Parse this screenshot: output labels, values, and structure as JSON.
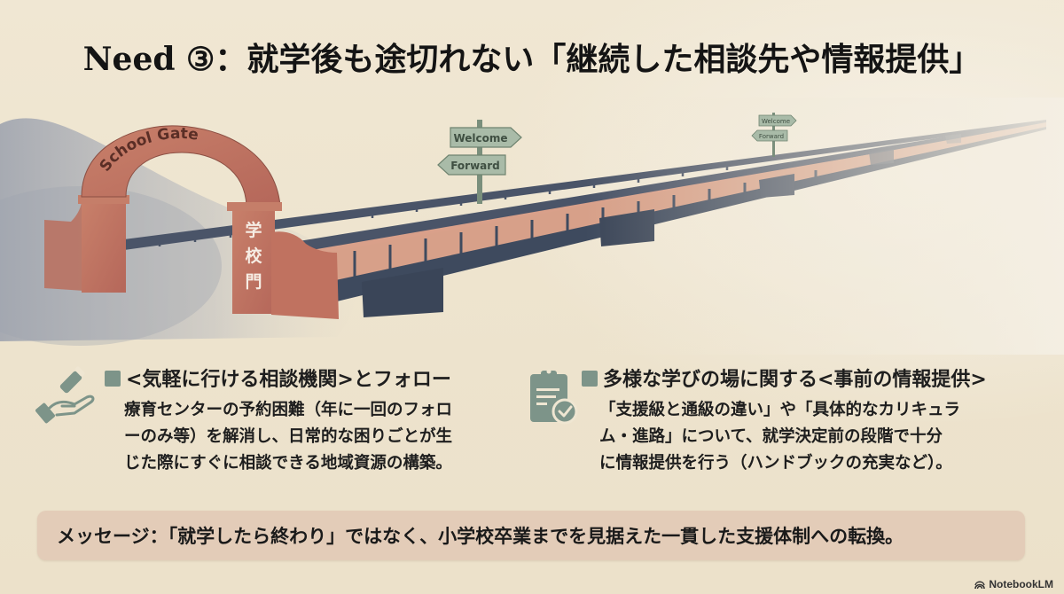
{
  "slide": {
    "title": "Need ③：就学後も途切れない「継続した相談先や情報提供」",
    "illustration": {
      "gate_arch_text": "School Gate",
      "gate_pillar_text": [
        "学",
        "校",
        "門"
      ],
      "signpost_near": {
        "top": "Welcome",
        "bottom": "Forward"
      },
      "signpost_far": {
        "top": "Welcome",
        "bottom": "Forward"
      }
    },
    "sections": [
      {
        "icon": "hand-with-pill-icon",
        "heading": "<気軽に行ける相談機関>とフォロー",
        "body_lines": [
          "療育センターの予約困難（年に一回のフォロ",
          "ーのみ等）を解消し、日常的な困りごとが生",
          "じた際にすぐに相談できる地域資源の構築。"
        ]
      },
      {
        "icon": "clipboard-check-icon",
        "heading": "多様な学びの場に関する<事前の情報提供>",
        "body_lines": [
          "「支援級と通級の違い」や「具体的なカリキュラ",
          "ム・進路」について、就学決定前の段階で十分",
          "に情報提供を行う（ハンドブックの充実など）。"
        ]
      }
    ],
    "message": "メッセージ：「就学したら終わり」ではなく、小学校卒業までを見据えた一貫した支援体制への転換。",
    "brand": "NotebookLM",
    "colors": {
      "background": "#efe6d2",
      "accent_icon": "#7d9489",
      "message_box": "#e3ccb8",
      "gate_brick": "#c0735f",
      "bridge_dark": "#3e4a5e",
      "bridge_deck": "#d9a08a",
      "sign_green": "#a9bba8"
    }
  }
}
